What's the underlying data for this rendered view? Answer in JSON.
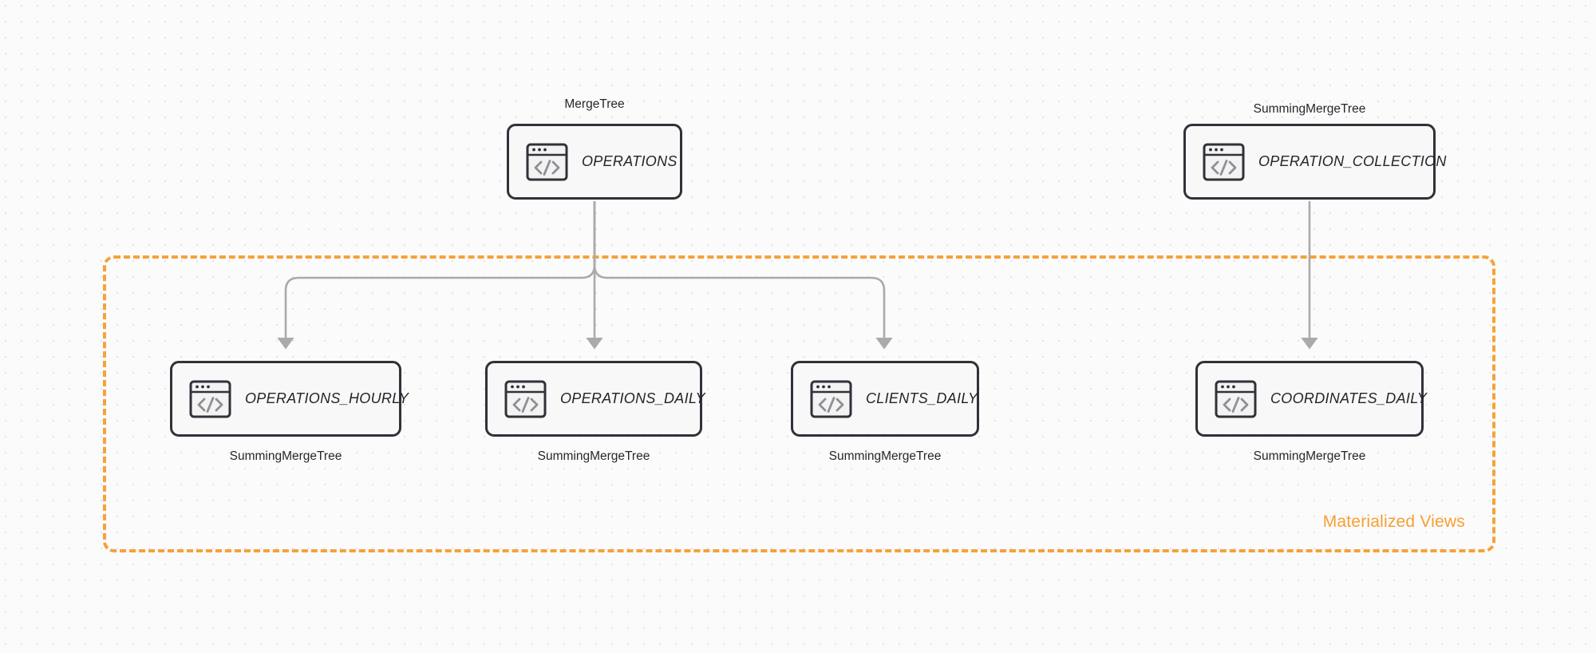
{
  "diagram": {
    "group": {
      "label": "Materialized Views",
      "accent_color": "#f79f33",
      "style": "dashed"
    },
    "source_nodes": [
      {
        "id": "operations",
        "title": "OPERATIONS",
        "engine": "MergeTree",
        "engine_position": "above",
        "icon": "code-window-icon"
      },
      {
        "id": "operation_collection",
        "title": "OPERATION_COLLECTION",
        "engine": "SummingMergeTree",
        "engine_position": "above",
        "icon": "code-window-icon"
      }
    ],
    "view_nodes": [
      {
        "id": "operations_hourly",
        "title": "OPERATIONS_HOURLY",
        "engine": "SummingMergeTree",
        "engine_position": "below",
        "icon": "code-window-icon"
      },
      {
        "id": "operations_daily",
        "title": "OPERATIONS_DAILY",
        "engine": "SummingMergeTree",
        "engine_position": "below",
        "icon": "code-window-icon"
      },
      {
        "id": "clients_daily",
        "title": "CLIENTS_DAILY",
        "engine": "SummingMergeTree",
        "engine_position": "below",
        "icon": "code-window-icon"
      },
      {
        "id": "coordinates_daily",
        "title": "COORDINATES_DAILY",
        "engine": "SummingMergeTree",
        "engine_position": "below",
        "icon": "code-window-icon"
      }
    ],
    "edges": [
      {
        "from": "operations",
        "to": "operations_hourly"
      },
      {
        "from": "operations",
        "to": "operations_daily"
      },
      {
        "from": "operations",
        "to": "clients_daily"
      },
      {
        "from": "operation_collection",
        "to": "coordinates_daily"
      }
    ],
    "edge_color": "#aaaaaa",
    "node_border_color": "#2f3239",
    "node_fill_color": "#f7f8f7"
  }
}
